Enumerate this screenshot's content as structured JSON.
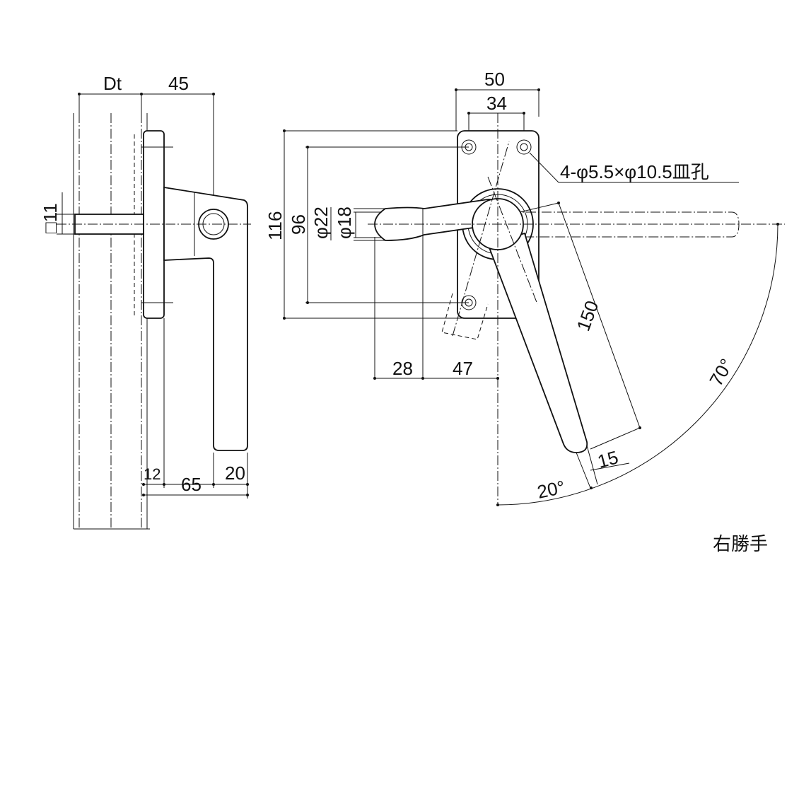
{
  "side_view": {
    "dt": "Dt",
    "d45": "45",
    "sq11": "□11",
    "d12": "12",
    "d65": "65",
    "d20": "20"
  },
  "front_view": {
    "d50": "50",
    "d34": "34",
    "hole_note": "4-φ5.5×φ10.5皿孔",
    "d116": "116",
    "d96": "96",
    "phi22": "φ22",
    "phi18": "φ18",
    "d28": "28",
    "d47": "47",
    "d150": "150",
    "a70": "70°",
    "a20": "20°",
    "d15": "15"
  },
  "hand_label": "右勝手"
}
